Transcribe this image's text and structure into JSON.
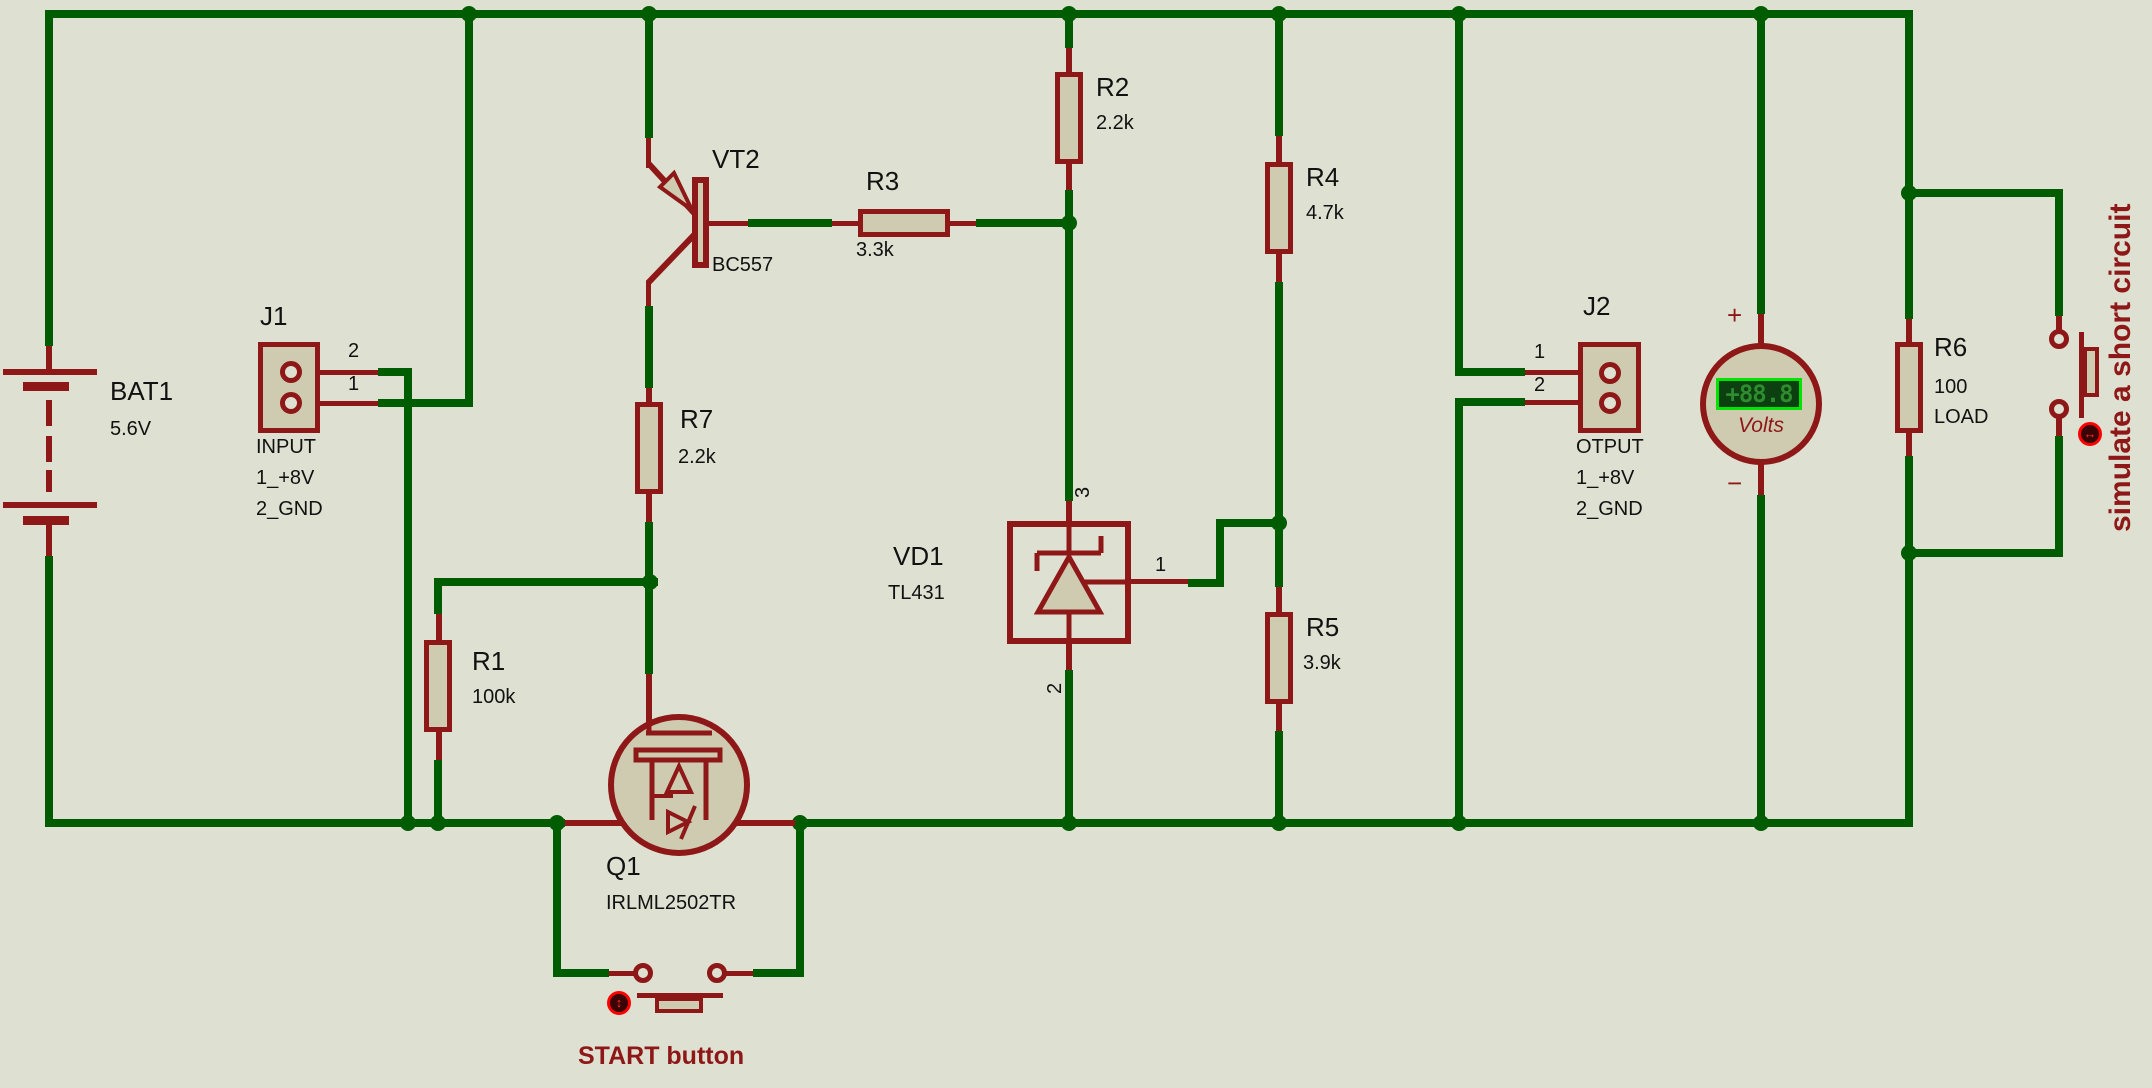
{
  "colors": {
    "background": "#dee1d2",
    "wire_green": "#005c00",
    "component_maroon": "#8e1818",
    "body_fill": "#cfcbb1",
    "text_black": "#111111",
    "marker_red": "#ff0000",
    "lcd_border": "#00e400",
    "lcd_background": "#0c4010",
    "lcd_digits": "#2e8b2e"
  },
  "components": {
    "bat1": {
      "ref": "BAT1",
      "value": "5.6V"
    },
    "j1": {
      "ref": "J1",
      "pin_top": "2",
      "pin_bottom": "1",
      "desc1": "INPUT",
      "desc2": "1_+8V",
      "desc3": "2_GND"
    },
    "vt2": {
      "ref": "VT2",
      "value": "BC557"
    },
    "r1": {
      "ref": "R1",
      "value": "100k"
    },
    "r2": {
      "ref": "R2",
      "value": "2.2k"
    },
    "r3": {
      "ref": "R3",
      "value": "3.3k"
    },
    "r4": {
      "ref": "R4",
      "value": "4.7k"
    },
    "r5": {
      "ref": "R5",
      "value": "3.9k"
    },
    "r6": {
      "ref": "R6",
      "value": "100",
      "value2": "LOAD"
    },
    "r7": {
      "ref": "R7",
      "value": "2.2k"
    },
    "vd1": {
      "ref": "VD1",
      "value": "TL431",
      "pin1": "1",
      "pin2": "2",
      "pin3": "3"
    },
    "q1": {
      "ref": "Q1",
      "value": "IRLML2502TR"
    },
    "j2": {
      "ref": "J2",
      "pin_top": "1",
      "pin_bottom": "2",
      "desc1": "OTPUT",
      "desc2": "1_+8V",
      "desc3": "2_GND"
    },
    "meter": {
      "reading": "+88.8",
      "unit": "Volts",
      "plus": "+",
      "minus": "−"
    }
  },
  "annotations": {
    "start_button": "START button",
    "short_circuit": "simulate a short circuit"
  },
  "icons": {
    "start_marker": "up-down-arrow-icon",
    "short_marker": "left-right-arrow-icon"
  }
}
